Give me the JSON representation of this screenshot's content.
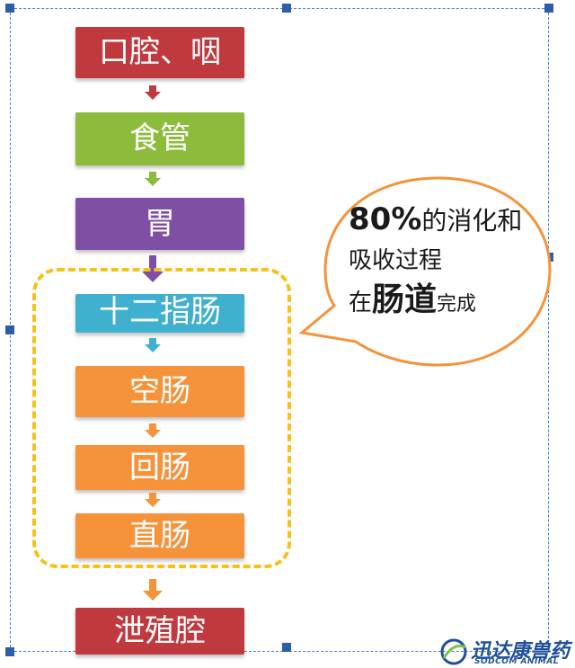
{
  "colors": {
    "red": "#c0393f",
    "green": "#8dbb3c",
    "purple": "#7f4fa6",
    "cyan": "#3fb0cf",
    "orange": "#f5923a",
    "highlight_dash": "#f5c21a",
    "bubble_border": "#f5923a",
    "selection": "#4a7fd0"
  },
  "steps": [
    {
      "label": "口腔、咽",
      "color": "#c0393f"
    },
    {
      "label": "食管",
      "color": "#8dbb3c"
    },
    {
      "label": "胃",
      "color": "#7f4fa6"
    },
    {
      "label": "十二指肠",
      "color": "#3fb0cf"
    },
    {
      "label": "空肠",
      "color": "#f5923a"
    },
    {
      "label": "回肠",
      "color": "#f5923a"
    },
    {
      "label": "直肠",
      "color": "#f5923a"
    },
    {
      "label": "泄殖腔",
      "color": "#c0393f"
    }
  ],
  "callout": {
    "pct": "80%",
    "line1_rest": "的消化和",
    "line2": "吸收过程",
    "line3_pre": "在",
    "line3_bold": "肠道",
    "line3_post": "完成"
  },
  "logo": {
    "name": "迅达康兽药",
    "sub": "SODCOM ANIMAL"
  }
}
